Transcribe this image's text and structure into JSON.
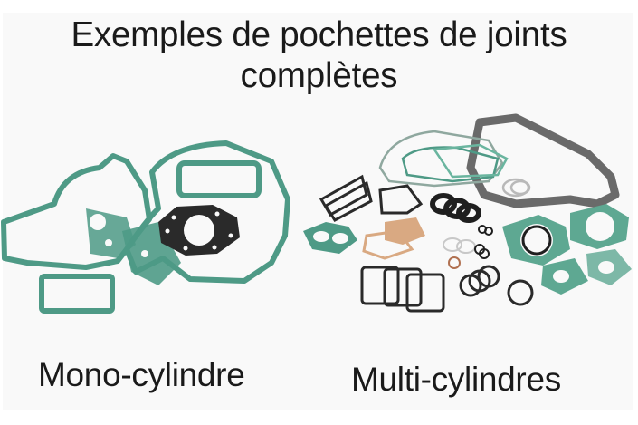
{
  "title": {
    "line1": "Exemples de pochettes de joints",
    "line2": "complètes"
  },
  "sections": [
    {
      "label": "Mono-cylindre",
      "image": "single-cylinder-gasket-kit"
    },
    {
      "label": "Multi-cylindres",
      "image": "multi-cylinder-gasket-kit"
    }
  ],
  "colors": {
    "background": "#f9f9f9",
    "text": "#1a1a1a",
    "gasket_green": "#4e9a86",
    "gasket_black": "#2a2a2a",
    "gasket_grey": "#6a6a6a",
    "gasket_tan": "#d9a982"
  }
}
